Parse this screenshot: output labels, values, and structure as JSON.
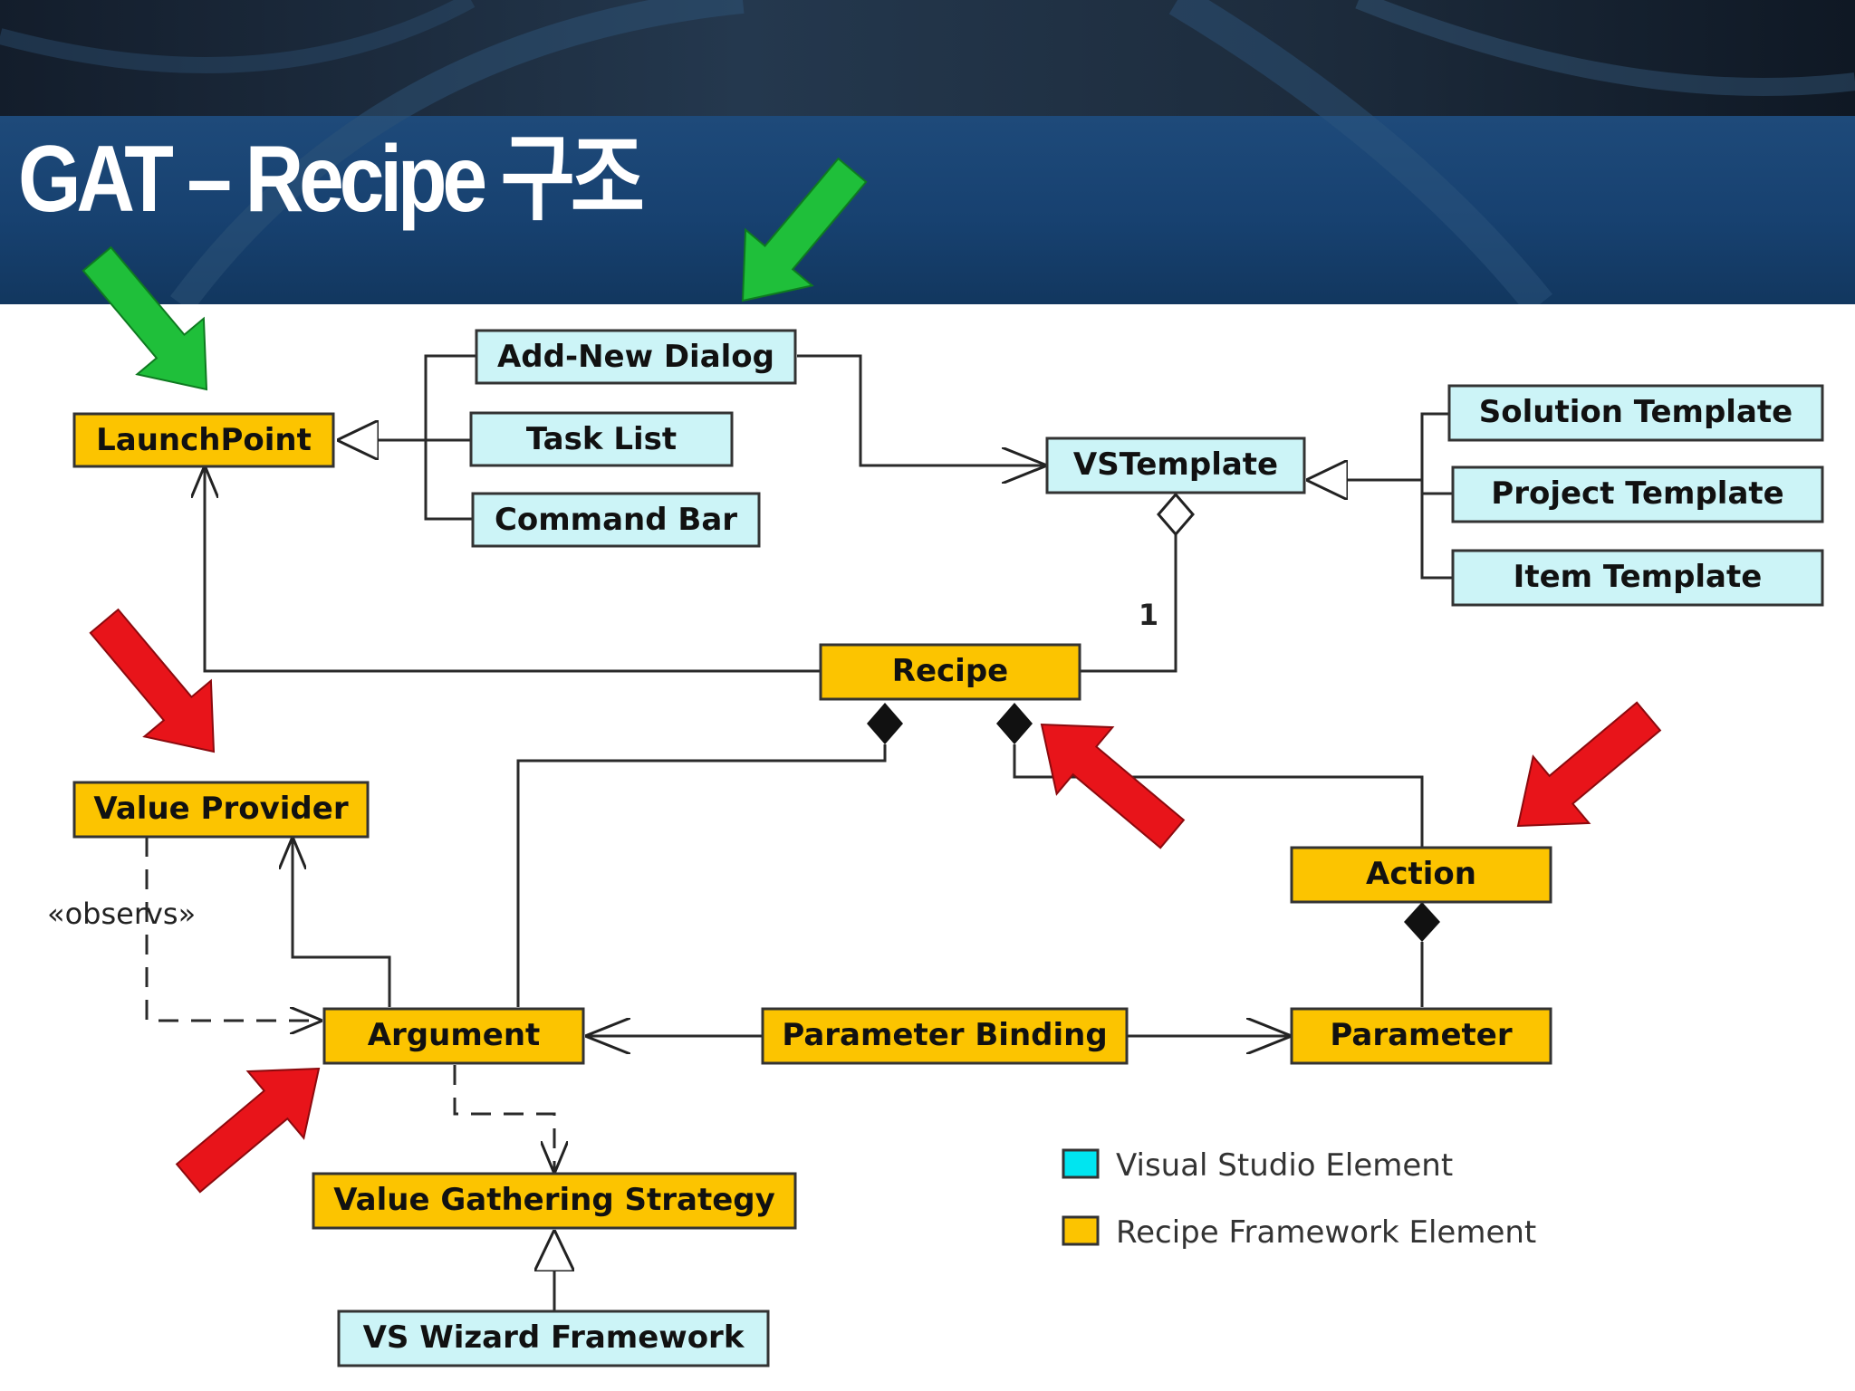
{
  "slide": {
    "title": "GAT – Recipe 구조"
  },
  "colors": {
    "vs_element": "#ccf4f7",
    "recipe_element": "#fcc400",
    "legend_vs": "#00e5f0",
    "legend_recipe": "#fcc400",
    "arrow_green": "#1fbf3a",
    "arrow_red": "#e8141a"
  },
  "diagram": {
    "elements": {
      "launchpoint": "LaunchPoint",
      "add_new_dialog": "Add-New Dialog",
      "task_list": "Task List",
      "command_bar": "Command Bar",
      "vstemplate": "VSTemplate",
      "solution_template": "Solution Template",
      "project_template": "Project Template",
      "item_template": "Item Template",
      "recipe": "Recipe",
      "value_provider": "Value Provider",
      "action": "Action",
      "argument": "Argument",
      "parameter_binding": "Parameter Binding",
      "parameter": "Parameter",
      "value_gathering_strategy": "Value Gathering Strategy",
      "vs_wizard_framework": "VS Wizard Framework"
    },
    "multiplicity": "1",
    "stereotype": "«observs»",
    "legend": {
      "vs_element": "Visual Studio Element",
      "recipe_element": "Recipe Framework Element"
    }
  }
}
